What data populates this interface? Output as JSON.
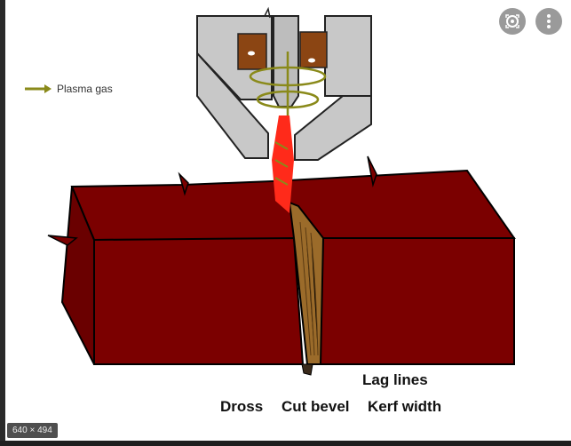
{
  "diagram": {
    "legend_label": "Plasma gas",
    "labels": {
      "lag_lines": "Lag lines",
      "dross": "Dross",
      "cut_bevel": "Cut bevel",
      "kerf_width": "Kerf width"
    }
  },
  "overlay": {
    "dimensions": "640 × 494",
    "lens_icon": "lens-icon",
    "more_icon": "more-vert-icon"
  },
  "colors": {
    "metal": "#7b0000",
    "torch": "#c8c8c8",
    "electrode_holder": "#8b4513",
    "flame": "#ff2a1a",
    "gas_arrow": "#8a8a1a",
    "bevel": "#9b6b2a"
  }
}
